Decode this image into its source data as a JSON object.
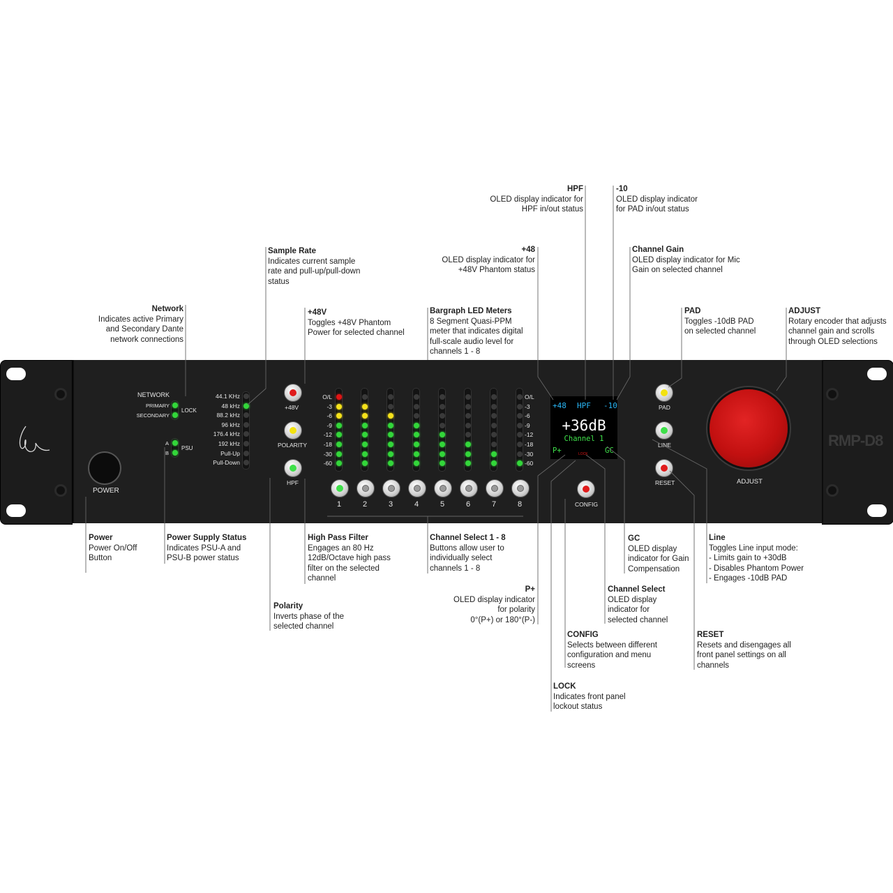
{
  "panel": {
    "model": "RMP-D8",
    "power_label": "POWER",
    "network_label": "NETWORK",
    "primary_label": "PRIMARY",
    "secondary_label": "SECONDARY",
    "lock_label": "LOCK",
    "psu_a_label": "A",
    "psu_b_label": "B",
    "psu_label": "PSU",
    "sample_rates": [
      "44.1 KHz",
      "48 kHz",
      "88.2 kHz",
      "96 kHz",
      "176.4 kHz",
      "192 kHz",
      "Pull-Up",
      "Pull-Down"
    ],
    "active_sample_rate_index": 1,
    "phantom_label": "+48V",
    "polarity_label": "POLARITY",
    "hpf_label": "HPF",
    "meter_scale": [
      "O/L",
      "-3",
      "-6",
      "-9",
      "-12",
      "-18",
      "-30",
      "-60"
    ],
    "meter_lit_segments": [
      8,
      7,
      6,
      5,
      4,
      3,
      2,
      1
    ],
    "channels": [
      "1",
      "2",
      "3",
      "4",
      "5",
      "6",
      "7",
      "8"
    ],
    "selected_channel_index": 0,
    "oled": {
      "phantom": "+48",
      "hpf": "HPF",
      "pad": "-10",
      "gain": "+36dB",
      "channel": "Channel 1",
      "polarity": "P+",
      "lock": "LOCK",
      "gc": "GC"
    },
    "config_label": "CONFIG",
    "pad_label": "PAD",
    "line_label": "LINE",
    "reset_label": "RESET",
    "adjust_label": "ADJUST",
    "colors": {
      "led_green": "#33d63a",
      "led_yellow": "#f5e21b",
      "led_red": "#e01515",
      "oled_blue": "#29b6f6",
      "oled_green": "#3fe04a",
      "knob_red": "#d01818"
    }
  },
  "annotations": {
    "hpf": {
      "title": "HPF",
      "desc": "OLED display indicator for\nHPF in/out status"
    },
    "pad10": {
      "title": "-10",
      "desc": "OLED display indicator\nfor PAD in/out status"
    },
    "plus48": {
      "title": "+48",
      "desc": "OLED display indicator for\n+48V Phantom status"
    },
    "channel_gain": {
      "title": "Channel Gain",
      "desc": "OLED display indicator for Mic\nGain on selected channel"
    },
    "sample_rate": {
      "title": "Sample Rate",
      "desc": "Indicates current sample\nrate and pull-up/pull-down\nstatus"
    },
    "network": {
      "title": "Network",
      "desc": "Indicates active Primary\nand Secondary Dante\nnetwork connections"
    },
    "phantom": {
      "title": "+48V",
      "desc": "Toggles +48V Phantom\nPower for selected channel"
    },
    "bargraph": {
      "title": "Bargraph LED Meters",
      "desc": "8 Segment Quasi-PPM\nmeter that indicates digital\nfull-scale audio level for\nchannels 1 - 8"
    },
    "pad": {
      "title": "PAD",
      "desc": "Toggles -10dB PAD\non selected channel"
    },
    "adjust": {
      "title": "ADJUST",
      "desc": "Rotary encoder that adjusts\nchannel gain and scrolls\nthrough OLED selections"
    },
    "power": {
      "title": "Power",
      "desc": "Power On/Off\nButton"
    },
    "psu": {
      "title": "Power Supply Status",
      "desc": "Indicates PSU-A and\nPSU-B power status"
    },
    "high_pass": {
      "title": "High Pass Filter",
      "desc": "Engages an 80 Hz\n12dB/Octave high pass\nfilter on the selected\nchannel"
    },
    "channel_select_btn": {
      "title": "Channel Select 1 - 8",
      "desc": "Buttons allow user to\nindividually select\nchannels 1 - 8"
    },
    "gc": {
      "title": "GC",
      "desc": "OLED display\nindicator for Gain\nCompensation"
    },
    "line": {
      "title": "Line",
      "desc": "Toggles Line input mode:\n- Limits gain to +30dB\n- Disables Phantom Power\n- Engages -10dB PAD"
    },
    "p_plus": {
      "title": "P+",
      "desc": "OLED display indicator\nfor polarity\n0°(P+) or 180°(P-)"
    },
    "channel_select_oled": {
      "title": "Channel Select",
      "desc": "OLED display\nindicator for\nselected channel"
    },
    "polarity": {
      "title": "Polarity",
      "desc": "Inverts phase of the\nselected channel"
    },
    "config": {
      "title": "CONFIG",
      "desc": "Selects between different\nconfiguration and menu\nscreens"
    },
    "reset": {
      "title": "RESET",
      "desc": "Resets and disengages all\nfront panel settings on all\nchannels"
    },
    "lock": {
      "title": "LOCK",
      "desc": "Indicates front panel\nlockout status"
    }
  }
}
